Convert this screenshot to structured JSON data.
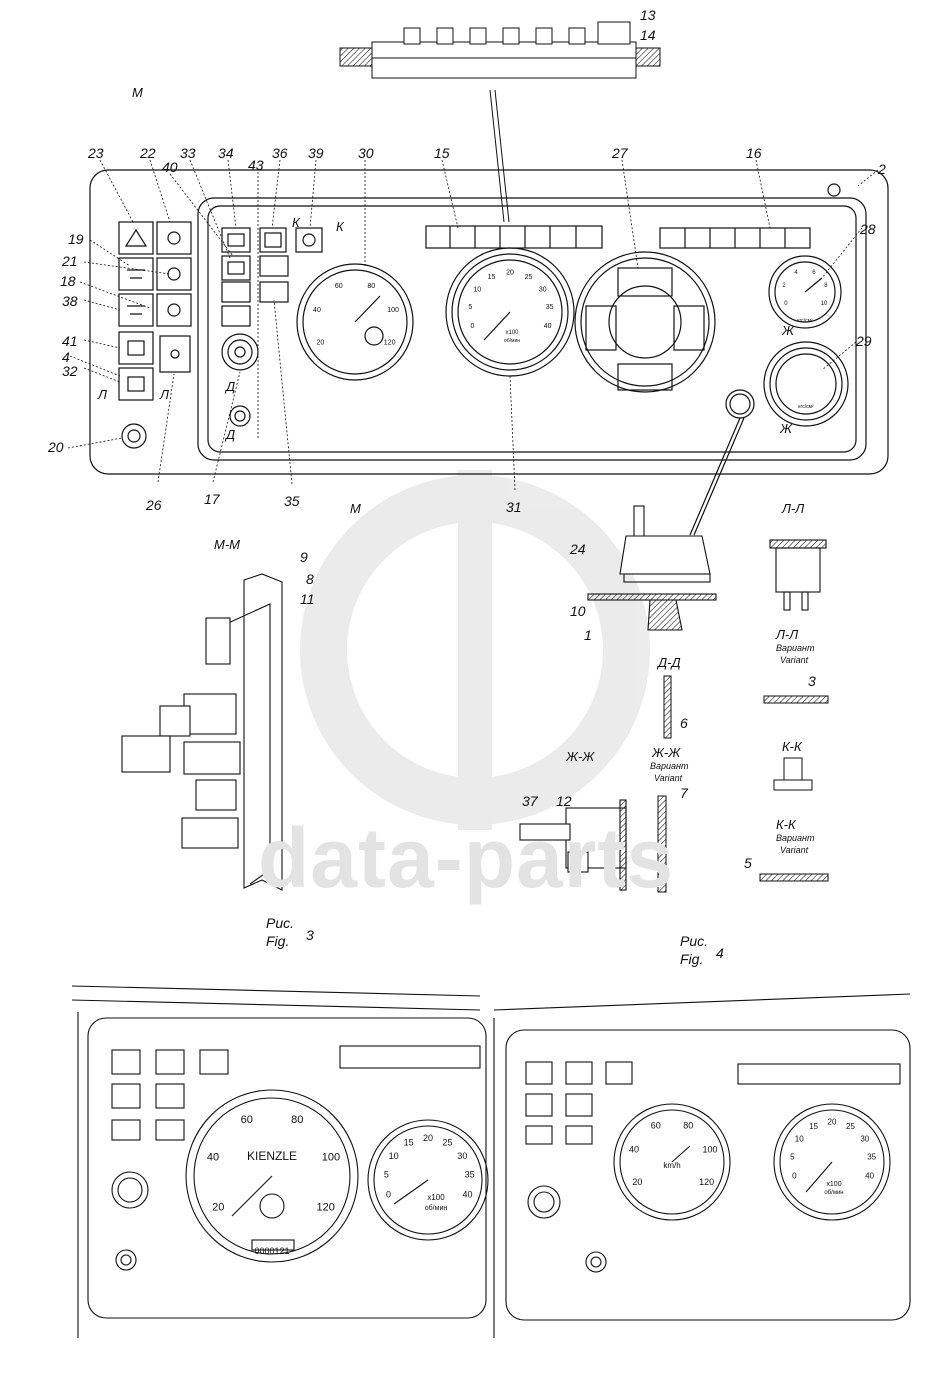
{
  "watermark": "data-parts",
  "callouts": {
    "c1": "1",
    "c2": "2",
    "c3": "3",
    "c4": "4",
    "c5": "5",
    "c6": "6",
    "c7": "7",
    "c8": "8",
    "c9": "9",
    "c10": "10",
    "c11": "11",
    "c12": "12",
    "c13": "13",
    "c14": "14",
    "c15": "15",
    "c16": "16",
    "c17": "17",
    "c18": "18",
    "c19": "19",
    "c20": "20",
    "c21": "21",
    "c22": "22",
    "c23": "23",
    "c24": "24",
    "c26": "26",
    "c27": "27",
    "c28": "28",
    "c29": "29",
    "c30": "30",
    "c31": "31",
    "c32": "32",
    "c33": "33",
    "c34": "34",
    "c35": "35",
    "c36": "36",
    "c37": "37",
    "c38": "38",
    "c39": "39",
    "c40": "40",
    "c41": "41",
    "c43": "43"
  },
  "section_marks": {
    "m_top": "М",
    "m_bottom": "М",
    "l_left": "Л",
    "l_right": "Л",
    "k_left": "К",
    "k_right": "К",
    "d_top": "Д",
    "d_bottom": "Д",
    "zh_top": "Ж",
    "zh_bottom": "Ж"
  },
  "section_titles": {
    "mm": "М-М",
    "ll": "Л-Л",
    "ll_variant": "Л-Л",
    "dd": "Д-Д",
    "zhzh": "Ж-Ж",
    "zhzh_variant": "Ж-Ж",
    "kk": "К-К",
    "kk_variant": "К-К"
  },
  "variant_ru": "Вариант",
  "variant_en": "Variant",
  "captions": {
    "fig3_ru": "Рис.",
    "fig3_en": "Fig.",
    "fig3_num": "3",
    "fig4_ru": "Рис.",
    "fig4_en": "Fig.",
    "fig4_num": "4"
  },
  "gauge_text": {
    "speedo_brand": "KIENZLE",
    "speedo_ticks": [
      "20",
      "40",
      "60",
      "80",
      "100",
      "120"
    ],
    "tacho_ticks": [
      "0",
      "5",
      "10",
      "15",
      "20",
      "25",
      "30",
      "35",
      "40"
    ],
    "tacho_unit": "x100",
    "tacho_unit2": "об/мин",
    "speedo_unit": "km/h",
    "pressure_unit": "кгс/см²",
    "pressure_ticks": [
      "0",
      "2",
      "4",
      "6",
      "8",
      "10"
    ],
    "odometer": "0000121"
  },
  "legend_text": {
    "fig4_speedo_ticks": [
      "20",
      "40",
      "60",
      "80",
      "100",
      "120"
    ]
  }
}
